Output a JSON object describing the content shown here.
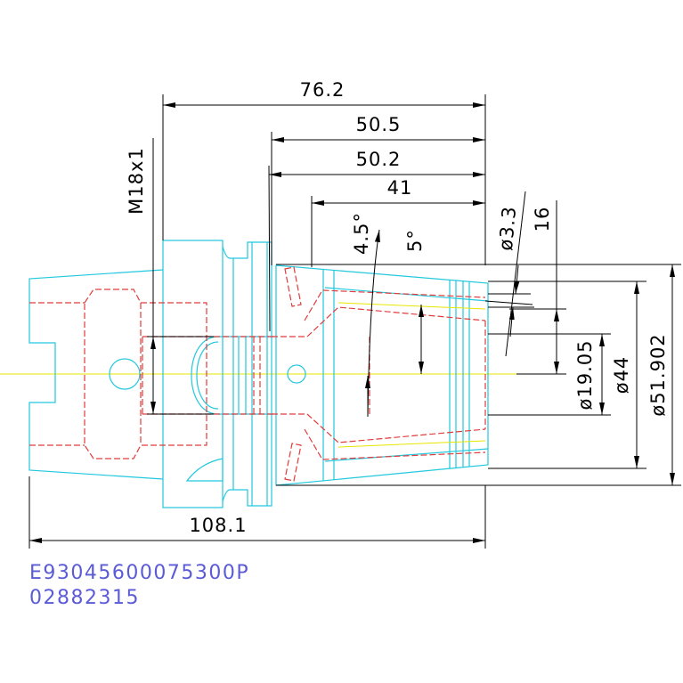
{
  "drawing": {
    "dimensions": {
      "length_76_2": "76.2",
      "length_50_5": "50.5",
      "length_50_2": "50.2",
      "length_41": "41",
      "thread": "M18x1",
      "taper_angle_outer": "4.5°",
      "taper_angle_inner": "5°",
      "dia_3_3": "ø3.3",
      "depth_16": "16",
      "dia_19_05": "ø19.05",
      "dia_44": "ø44",
      "dia_51_902": "ø51.902",
      "length_108_1": "108.1"
    },
    "part_number": "E93045600075300P",
    "order_code": "02882315"
  },
  "colors": {
    "outline": "#22c8dd",
    "hidden": "#e03c3c",
    "centerline": "#e6e600",
    "dimension": "#000000",
    "part_number": "#5b5bd6"
  }
}
